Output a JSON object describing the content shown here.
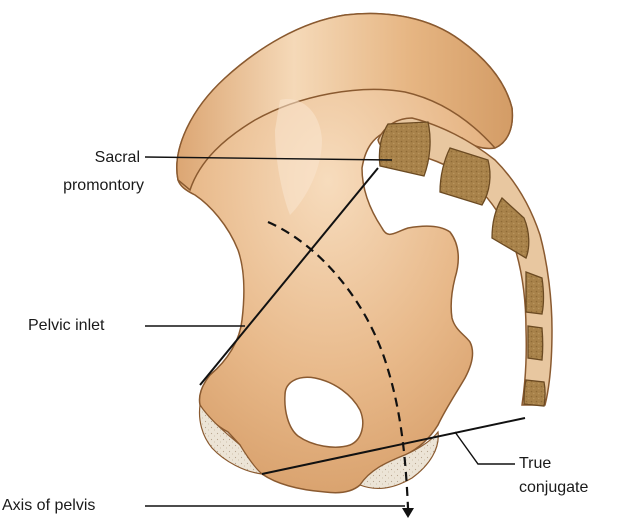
{
  "labels": {
    "sacral_line1": "Sacral",
    "sacral_line2": "promontory",
    "pelvic_inlet": "Pelvic inlet",
    "true_line1": "True",
    "true_line2": "conjugate",
    "axis": "Axis of pelvis"
  },
  "colors": {
    "bone": "#e8b98a",
    "bone_dark": "#c48a58",
    "bone_light": "#f6dcbf",
    "outline": "#8a5a30",
    "vertebra_fill": "#a8844a",
    "cartilage": "#e9e1d4",
    "line": "#111111"
  }
}
